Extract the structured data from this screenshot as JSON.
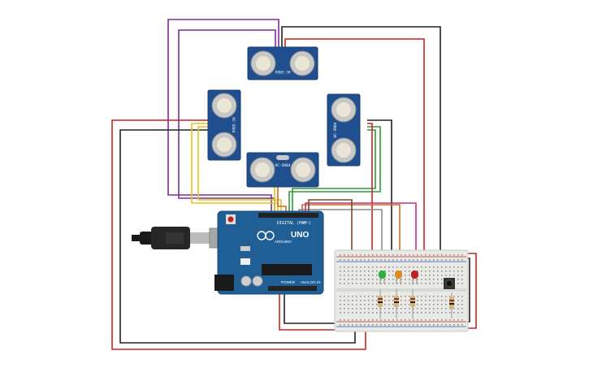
{
  "colors": {
    "background": "#ffffff",
    "board": "#1f5f95",
    "sensor_board": "#1f4f8f",
    "transducer_ring": "#c8c8c8",
    "transducer_core": "#eae6d6",
    "breadboard": "#e9e9e6",
    "wire_black": "#222222",
    "wire_red": "#cc2222",
    "wire_purple": "#7a2e9a",
    "wire_yellow": "#e6c21a",
    "wire_green": "#2e9a3a",
    "wire_orange": "#d26a1a",
    "wire_gray": "#8a8a8a",
    "wire_magenta": "#c0308a",
    "led_green": "#2fae3a",
    "led_orange": "#e08a1e",
    "led_red": "#c42020"
  },
  "sensors": [
    {
      "id": "top",
      "label": "HC-SR04"
    },
    {
      "id": "left",
      "label": "HC-SR04"
    },
    {
      "id": "right",
      "label": "HC-SR04"
    },
    {
      "id": "bottom",
      "label": "HC-SR04"
    }
  ],
  "arduino": {
    "model_label": "UNO",
    "brand_label": "ARDUINO",
    "digital_label": "DIGITAL (PWM~)",
    "power_label": "POWER",
    "analog_label": "ANALOG IN"
  },
  "usb_cable": {
    "icon": "usb-plug-icon"
  },
  "breadboard": {
    "icon": "breadboard"
  },
  "leds": [
    {
      "color": "green"
    },
    {
      "color": "orange"
    },
    {
      "color": "red"
    }
  ],
  "pushbutton": {
    "icon": "pushbutton-icon"
  }
}
